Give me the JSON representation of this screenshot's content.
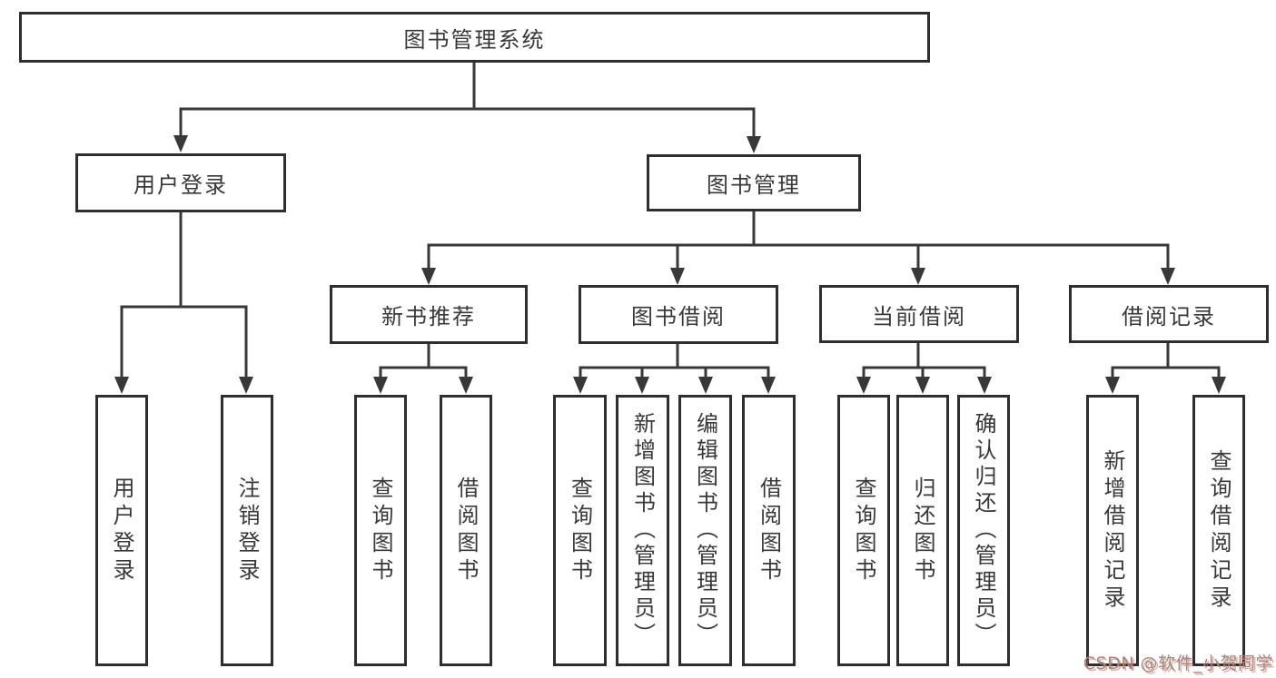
{
  "nodes": {
    "root": "图书管理系统",
    "level1": {
      "user_login": "用户登录",
      "book_mgmt": "图书管理"
    },
    "level2": {
      "new_book_rec": "新书推荐",
      "book_borrow": "图书借阅",
      "current_borrow": "当前借阅",
      "borrow_records": "借阅记录"
    },
    "leaves": {
      "user_login_leaf": "用户登录",
      "logout": "注销登录",
      "rec_query_book": "查询图书",
      "rec_borrow_book": "借阅图书",
      "bor_query_book": "查询图书",
      "bor_add_book_admin": "新增图书（管理员）",
      "bor_edit_book_admin": "编辑图书（管理员）",
      "bor_borrow_book": "借阅图书",
      "cur_query_book": "查询图书",
      "cur_return_book": "归还图书",
      "cur_confirm_return_admin": "确认归还（管理员）",
      "recd_add_record": "新增借阅记录",
      "recd_query_record": "查询借阅记录"
    }
  },
  "watermark": "CSDN @软件_小贺同学",
  "colors": {
    "line": "#38383a",
    "border": "#2e2e30",
    "text": "#38383a",
    "background": "#ffffff",
    "watermark_gray": "#8f8f8f",
    "watermark_red": "#fc5531"
  }
}
